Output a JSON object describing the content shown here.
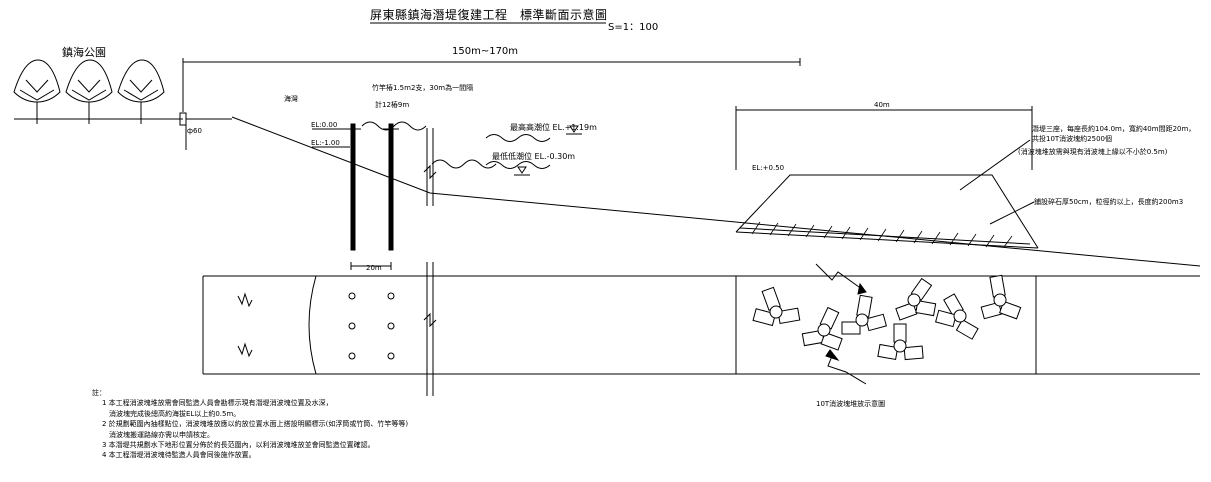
{
  "title": "屏東縣鎮海潛堤復建工程　標準斷面示意圖",
  "scale": "S=1：100",
  "park_label": "鎮海公園",
  "dimensions": {
    "overall": "150m~170m",
    "submerged_width": "40m",
    "pile_spacing": "20m"
  },
  "labels": {
    "sea_water": "海灣",
    "el_0": "EL:0.00",
    "el_minus1": "EL:-1.00",
    "pile_note_1": "竹竿樁1.5m2支，30m為一間隔",
    "pile_note_2": "計12樁9m",
    "high_tide": "最高高潮位 EL.+1.19m",
    "low_tide": "最低低潮位 EL.-0.30m",
    "el_top": "EL:+0.50",
    "block_note_1": "潛堤三座，每座長約104.0m，寬約40m間距20m，",
    "block_note_2": "共投10T消波塊約2500個",
    "block_note_3": "(消波塊堆放需與現有消波塊上緣以不小於0.5m)",
    "base_note": "鋪設碎石厚50cm，粒徑約以上，長度約200m3",
    "tetrapod_caption": "10T消波塊堆放示意圖",
    "small_mark": "ф60"
  },
  "notes": {
    "heading": "註：",
    "items": [
      "1 本工程消波塊堆放需會同監造人員會勘標示現有潛堤消波塊位置及水深，",
      "　消波塊完成後總高約海拔EL以上約0.5m。",
      "2 於規劃範圍內抽樣點位，消波塊堆放應以約放位置水面上搭設明顯標示(如浮筒或竹筒、竹竿等等)",
      "　消波塊搬運路線亦需以申請核定。",
      "3 本潛堤共規劃水下地形位置分佈於約長范圍內，以利消波塊堆放並會同監造位置確認。",
      "4 本工程潛堤消波塊待監造人員會同後施作放置。"
    ]
  }
}
